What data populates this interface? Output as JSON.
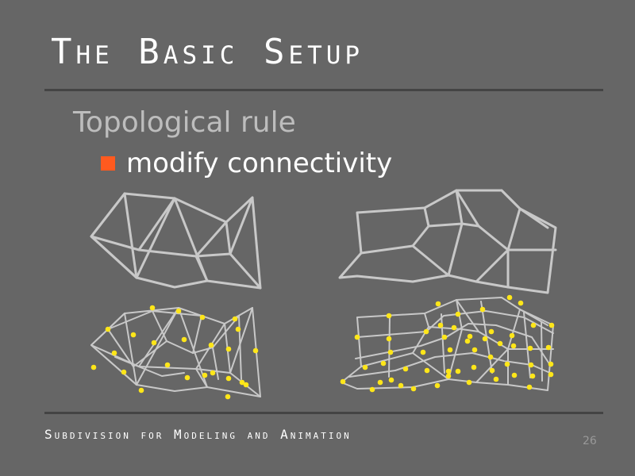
{
  "slide": {
    "title": "The Basic Setup",
    "bullet_level1": "Topological rule",
    "bullet_level2": "modify connectivity",
    "footer": "Subdivision for Modeling and Animation",
    "page_number": "26"
  },
  "colors": {
    "background": "#666666",
    "rule": "#444444",
    "bullet": "#ff5a1f",
    "mesh_line": "#c8c8c8",
    "vertex": "#ffe619"
  },
  "figure": {
    "panels": [
      "triangle-mesh",
      "quad-mesh",
      "triangle-mesh-subdivided",
      "quad-mesh-subdivided"
    ]
  }
}
